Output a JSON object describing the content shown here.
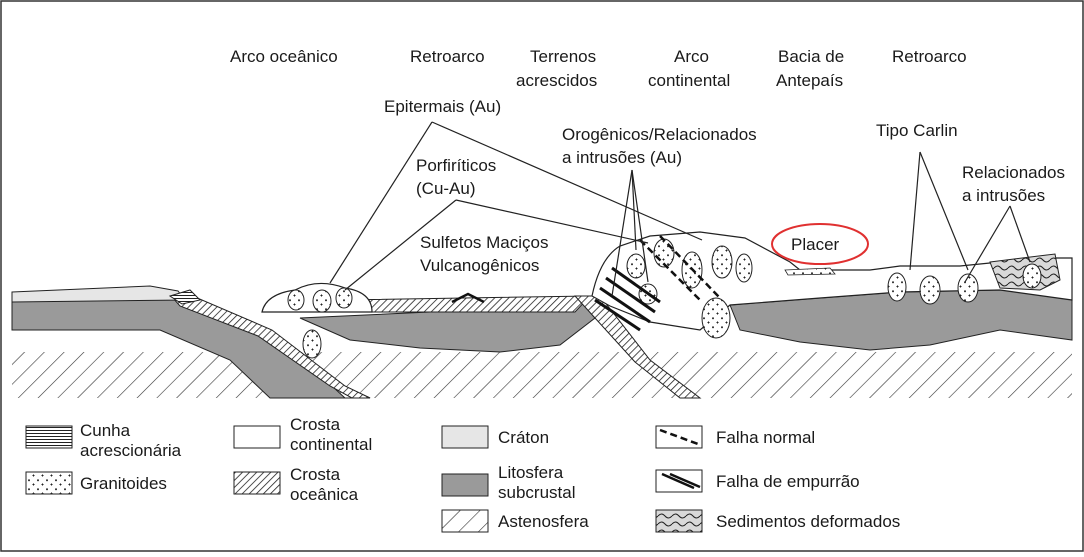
{
  "zones": {
    "arco_oceanico": "Arco oceânico",
    "retroarco_1": "Retroarco",
    "terrenos_1": "Terrenos",
    "terrenos_2": "acrescidos",
    "arco_cont_1": "Arco",
    "arco_cont_2": "continental",
    "bacia_1": "Bacia de",
    "bacia_2": "Antepaís",
    "retroarco_2": "Retroarco"
  },
  "deposits": {
    "epitermais": "Epitermais (Au)",
    "orogenicos_1": "Orogênicos/Relacionados",
    "orogenicos_2": "a intrusões (Au)",
    "porfiriticos_1": "Porfiríticos",
    "porfiriticos_2": "(Cu-Au)",
    "sulfetos_1": "Sulfetos Maciços",
    "sulfetos_2": "Vulcanogênicos",
    "placer": "Placer",
    "carlin": "Tipo Carlin",
    "relacionados_1": "Relacionados",
    "relacionados_2": "a intrusões"
  },
  "legend": {
    "cunha_1": "Cunha",
    "cunha_2": "acrescionária",
    "granitoides": "Granitoides",
    "crosta_cont_1": "Crosta",
    "crosta_cont_2": "continental",
    "crosta_oce_1": "Crosta",
    "crosta_oce_2": "oceânica",
    "craton": "Cráton",
    "litosfera_1": "Litosfera",
    "litosfera_2": "subcrustal",
    "astenosfera": "Astenosfera",
    "falha_normal": "Falha normal",
    "falha_empurrao": "Falha de empurrão",
    "sedimentos": "Sedimentos deformados"
  },
  "colors": {
    "highlight": "#e03030",
    "litosfera": "#9a9a9a",
    "craton": "#e6e6e6"
  }
}
